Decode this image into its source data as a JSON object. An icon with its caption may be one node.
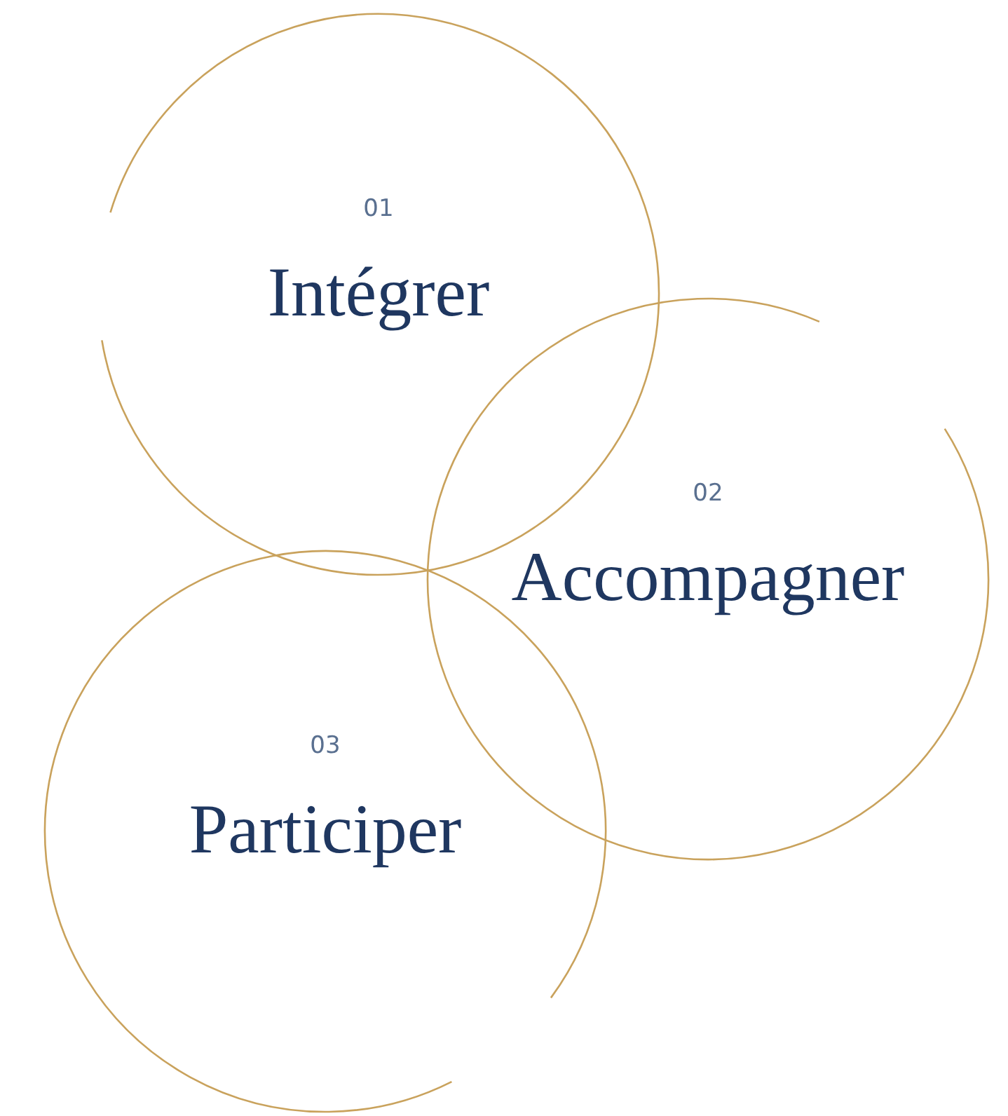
{
  "diagram": {
    "nodes": [
      {
        "text": [
          "01",
          "Intégrer"
        ]
      },
      {
        "text": [
          "02",
          "Accompagner"
        ]
      },
      {
        "text": [
          "03",
          "Participer"
        ]
      }
    ]
  }
}
